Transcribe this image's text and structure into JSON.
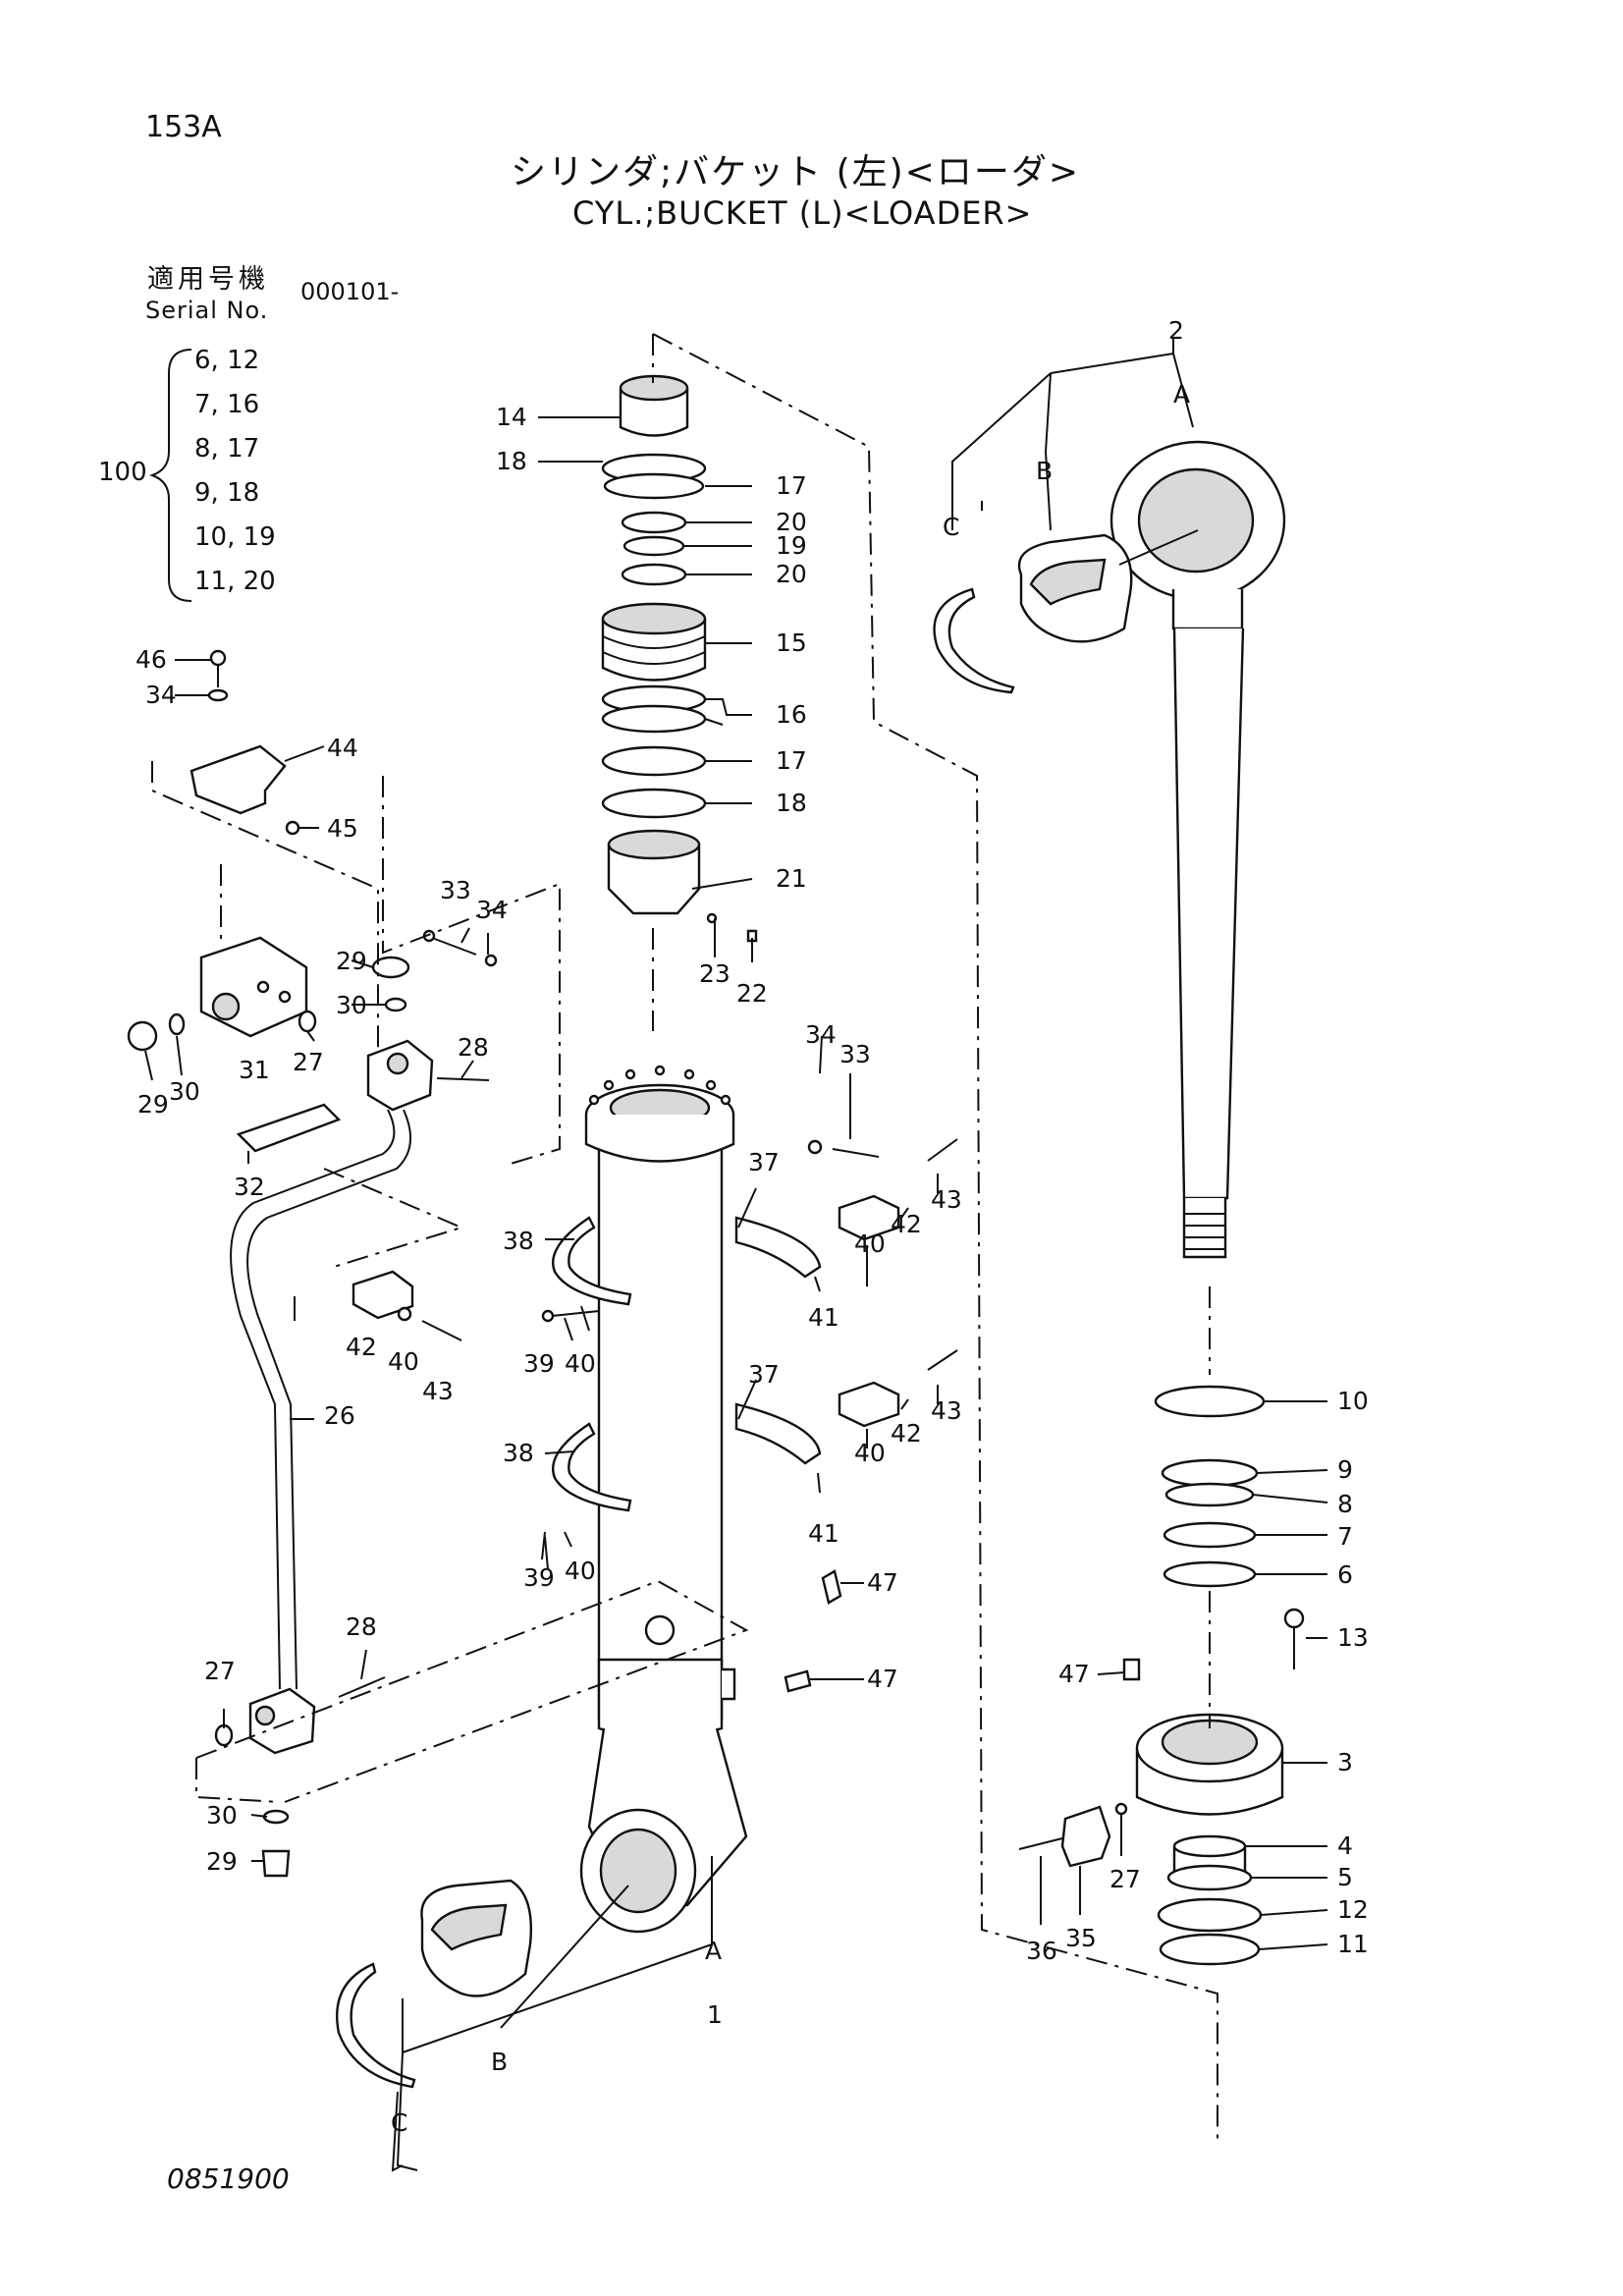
{
  "header": {
    "page_code": "153A",
    "title_jp": "シリンダ;バケット (左)<ローダ>",
    "title_en": "CYL.;BUCKET (L)<LOADER>",
    "serial_label_jp": "適用号機",
    "serial_label_en": "Serial No.",
    "serial_range": "000101-"
  },
  "seal_kit": {
    "kit_number": "100",
    "members": [
      "6, 12",
      "7, 16",
      "8, 17",
      "9, 18",
      "10, 19",
      "11, 20"
    ]
  },
  "drawing_number": "0851900",
  "callouts": {
    "c1": "1",
    "c2": "2",
    "c3": "3",
    "c4": "4",
    "c5": "5",
    "c6": "6",
    "c7": "7",
    "c8": "8",
    "c9": "9",
    "c10": "10",
    "c11": "11",
    "c12": "12",
    "c13": "13",
    "c14": "14",
    "c15": "15",
    "c16": "16",
    "c17": "17",
    "c18": "18",
    "c19": "19",
    "c20": "20",
    "c21": "21",
    "c22": "22",
    "c23": "23",
    "c26": "26",
    "c27": "27",
    "c28": "28",
    "c29": "29",
    "c30": "30",
    "c31": "31",
    "c32": "32",
    "c33": "33",
    "c34": "34",
    "c35": "35",
    "c36": "36",
    "c37": "37",
    "c38": "38",
    "c39": "39",
    "c40": "40",
    "c41": "41",
    "c42": "42",
    "c43": "43",
    "c44": "44",
    "c45": "45",
    "c46": "46",
    "c47": "47",
    "refA": "A",
    "refB": "B",
    "refC": "C"
  }
}
